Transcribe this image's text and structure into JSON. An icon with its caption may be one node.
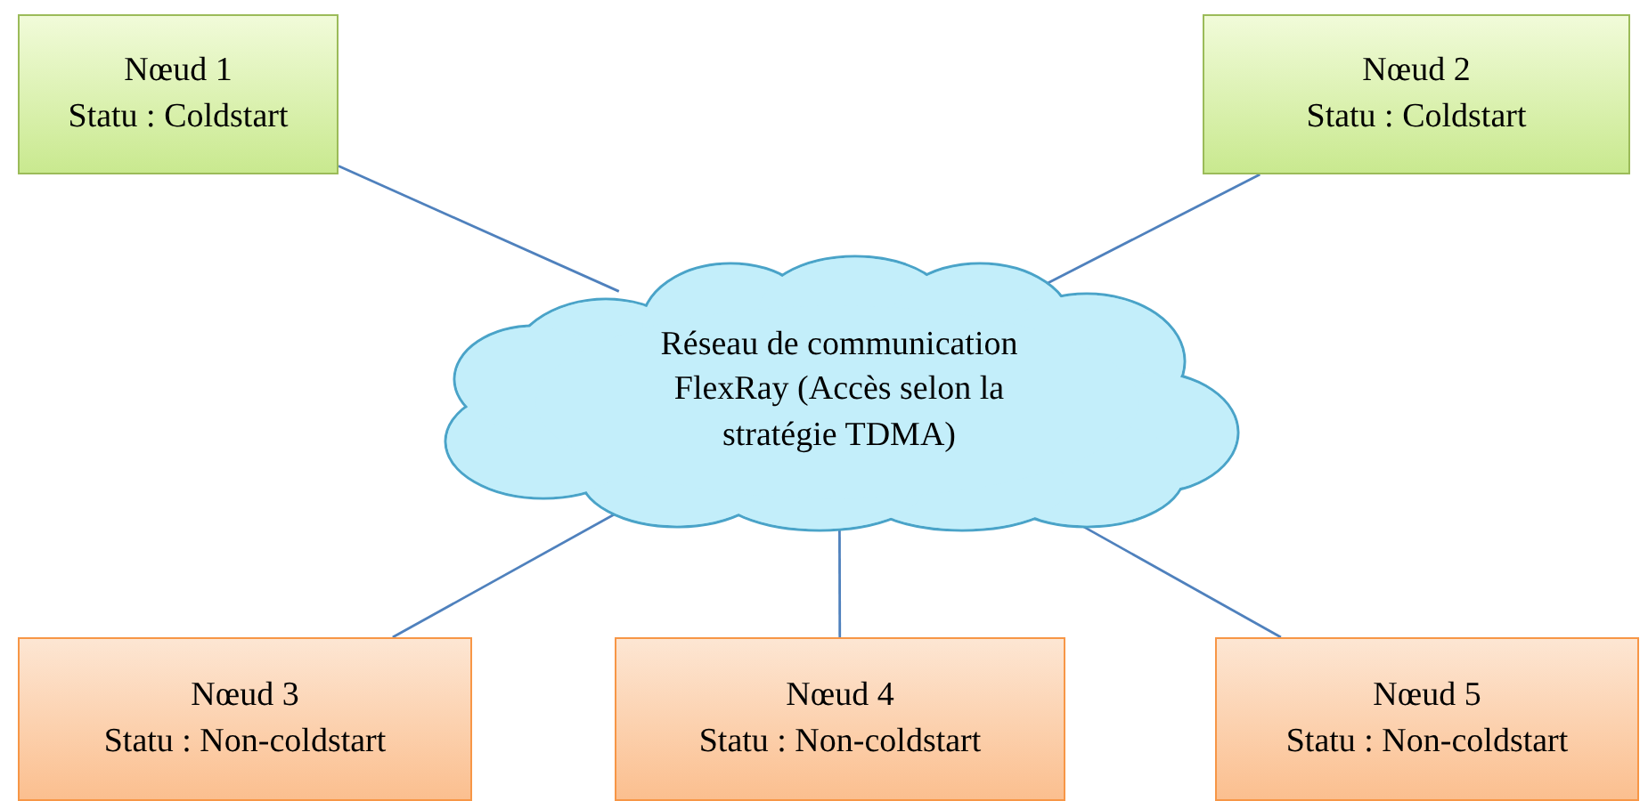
{
  "diagram": {
    "nodes": [
      {
        "text": [
          "Nœud 1",
          "Statu : Coldstart"
        ]
      },
      {
        "text": [
          "Nœud 2",
          "Statu : Coldstart"
        ]
      },
      {
        "text": [
          "Réseau de communication FlexRay (Accès selon la stratégie TDMA)"
        ]
      },
      {
        "text": [
          "Nœud 3",
          "Statu : Non-coldstart"
        ]
      },
      {
        "text": [
          "Nœud 4",
          "Statu : Non-coldstart"
        ]
      },
      {
        "text": [
          "Nœud 5",
          "Statu : Non-coldstart"
        ]
      }
    ],
    "edges": [
      {
        "from": 0,
        "to": 2,
        "arrow": "none"
      },
      {
        "from": 1,
        "to": 2,
        "arrow": "none"
      },
      {
        "from": 3,
        "to": 2,
        "arrow": "none"
      },
      {
        "from": 4,
        "to": 2,
        "arrow": "none"
      },
      {
        "from": 5,
        "to": 2,
        "arrow": "none"
      }
    ]
  }
}
